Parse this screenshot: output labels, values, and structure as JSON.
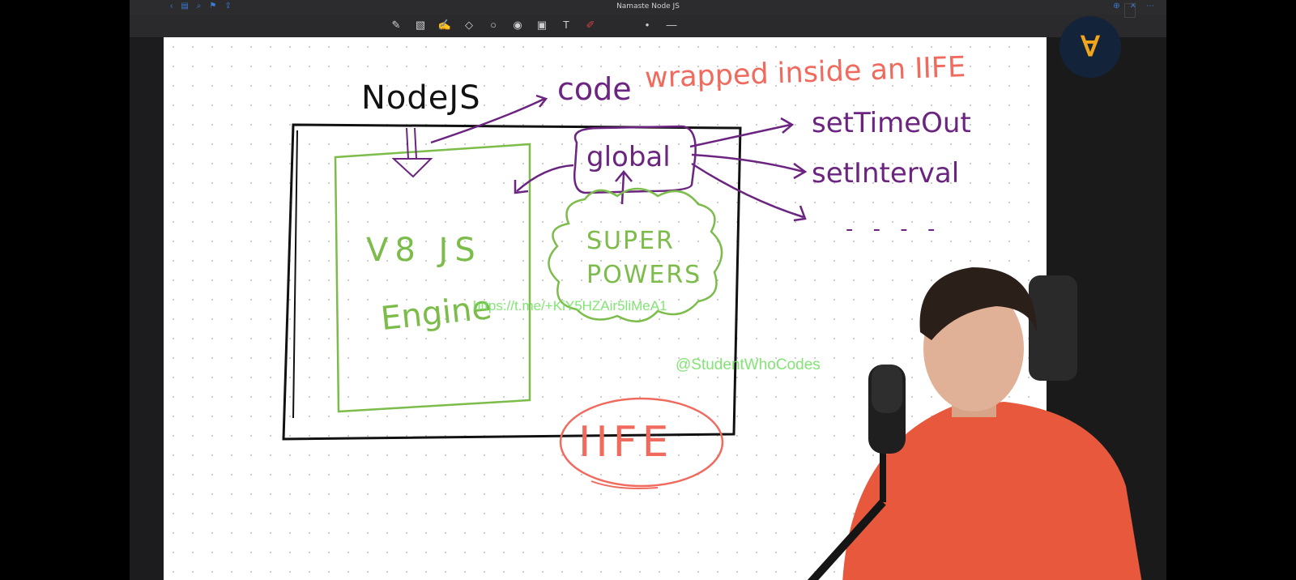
{
  "window": {
    "title": "Namaste Node JS"
  },
  "toolbar": {
    "tools": [
      "pen-icon",
      "eraser-icon",
      "highlighter-icon",
      "shapes-icon",
      "lasso-icon",
      "selection-icon",
      "image-icon",
      "text-icon",
      "pen-color-icon"
    ]
  },
  "drawing": {
    "node_label": "NodeJS",
    "code_label": "code",
    "wrapped_label": "wrapped inside an IIFE",
    "global_label": "global",
    "settimeout_label": "setTimeOut",
    "setinterval_label": "setInterval",
    "ellipsis_label": "- - - -",
    "v8_label": "V8 JS",
    "engine_label": "Engine",
    "super_label": "SUPER",
    "powers_label": "POWERS",
    "iife_label": "IIFE"
  },
  "watermarks": {
    "link": "https://t.me/+KiY5HZAir5liMeA1",
    "handle": "@StudentWhoCodes"
  },
  "colors": {
    "ink_black": "#111111",
    "ink_purple": "#6b2480",
    "ink_green": "#7cbc4a",
    "ink_red": "#f06a5e"
  }
}
